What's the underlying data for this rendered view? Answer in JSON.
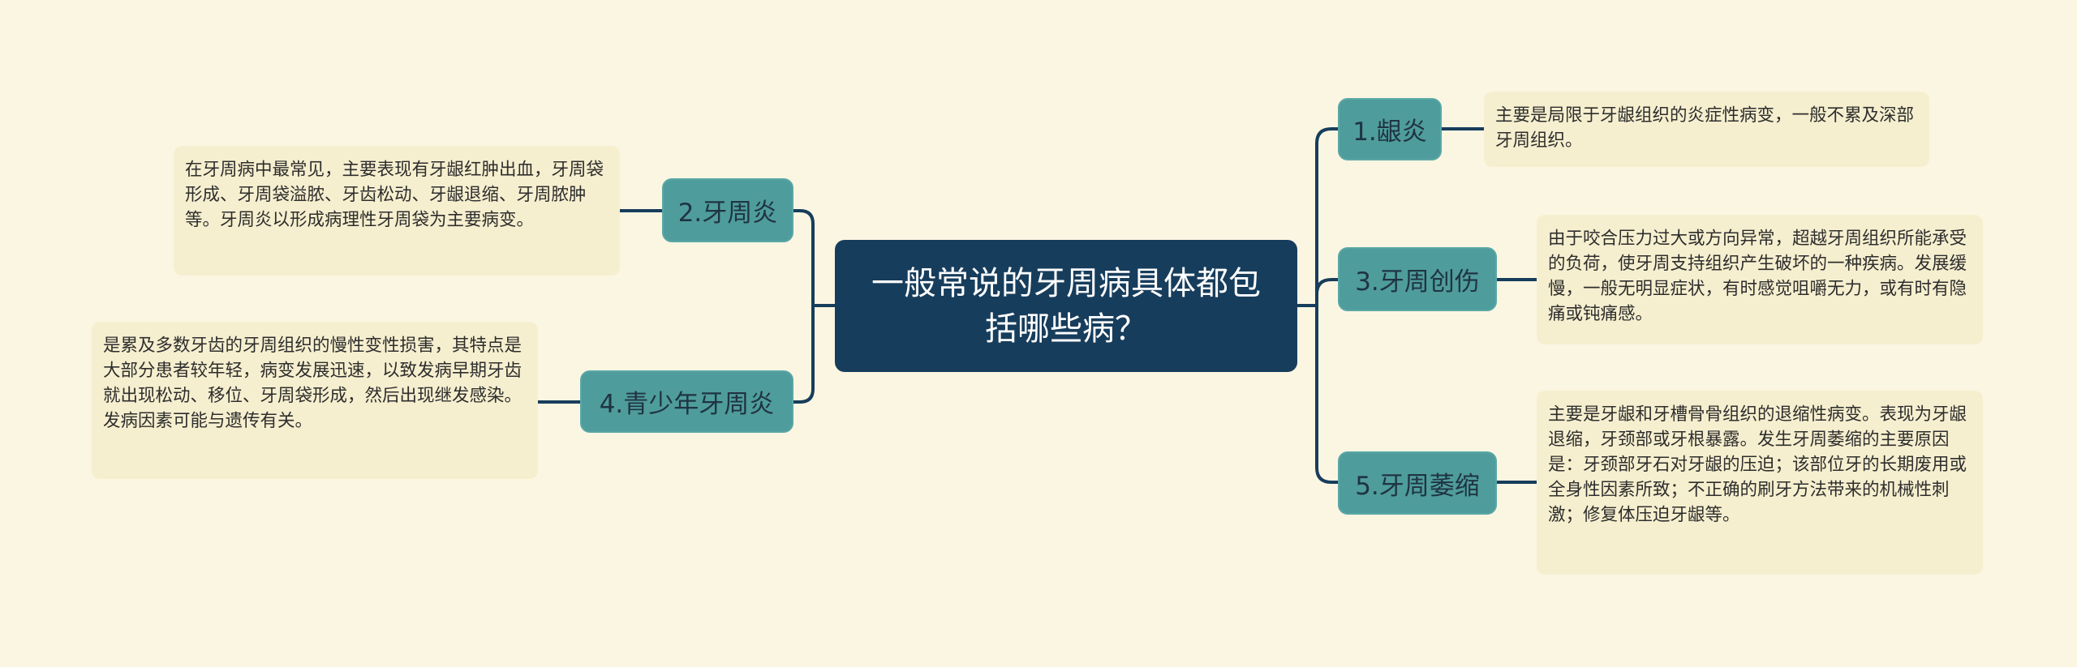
{
  "colors": {
    "background": "#fbf6e2",
    "central_fill": "#173d5c",
    "topic_fill": "#4f9c9c",
    "note_fill": "#f6efcf",
    "line": "#173d5c"
  },
  "central": {
    "title": "一般常说的牙周病具体都包括哪些病？"
  },
  "topics": [
    {
      "label": "1.龈炎",
      "side": "right",
      "note": "主要是局限于牙龈组织的炎症性病变，一般不累及深部牙周组织。"
    },
    {
      "label": "2.牙周炎",
      "side": "left",
      "note": "在牙周病中最常见，主要表现有牙龈红肿出血，牙周袋形成、牙周袋溢脓、牙齿松动、牙龈退缩、牙周脓肿等。牙周炎以形成病理性牙周袋为主要病变。"
    },
    {
      "label": "3.牙周创伤",
      "side": "right",
      "note": "由于咬合压力过大或方向异常，超越牙周组织所能承受的负荷，使牙周支持组织产生破坏的一种疾病。发展缓慢，一般无明显症状，有时感觉咀嚼无力，或有时有隐痛或钝痛感。"
    },
    {
      "label": "4.青少年牙周炎",
      "side": "left",
      "note": "是累及多数牙齿的牙周组织的慢性变性损害，其特点是大部分患者较年轻，病变发展迅速，以致发病早期牙齿就出现松动、移位、牙周袋形成，然后出现继发感染。发病因素可能与遗传有关。"
    },
    {
      "label": "5.牙周萎缩",
      "side": "right",
      "note": "主要是牙龈和牙槽骨骨组织的退缩性病变。表现为牙龈退缩，牙颈部或牙根暴露。发生牙周萎缩的主要原因是：牙颈部牙石对牙龈的压迫；该部位牙的长期废用或全身性因素所致；不正确的刷牙方法带来的机械性刺激；修复体压迫牙龈等。"
    }
  ]
}
